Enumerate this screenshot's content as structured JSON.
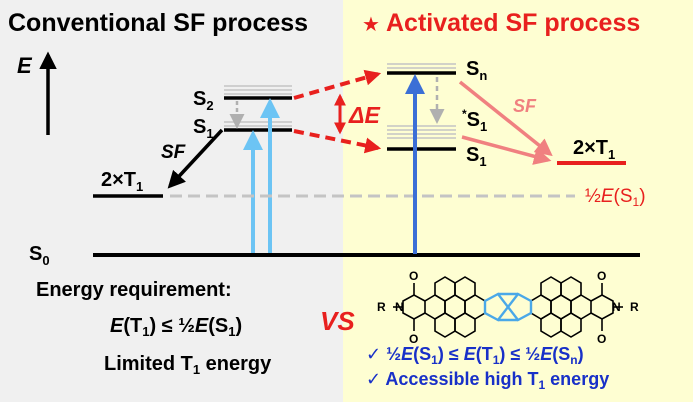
{
  "left": {
    "title": "Conventional SF process",
    "energy_axis": "E",
    "s2": {
      "base": "S",
      "sub": "2"
    },
    "s1": {
      "base": "S",
      "sub": "1"
    },
    "t1": {
      "base": "2×T",
      "sub": "1"
    },
    "sf": "SF",
    "s0": {
      "base": "S",
      "sub": "0"
    },
    "requirement_title": "Energy requirement:",
    "formula": {
      "a": "E",
      "b": "(T",
      "c": "1",
      "d": ") ≤ ½",
      "e": "E",
      "f": "(S",
      "g": "1",
      "h": ")"
    },
    "limited": {
      "a": "Limited T",
      "b": "1",
      "c": " energy"
    }
  },
  "center": {
    "vs": "VS",
    "delta_e": "ΔE"
  },
  "right": {
    "star": "★",
    "title": "Activated SF process",
    "sn": {
      "base": "S",
      "sub": "n"
    },
    "hot_s1": {
      "sup": "*",
      "base": "S",
      "sub": "1"
    },
    "s1": {
      "base": "S",
      "sub": "1"
    },
    "sf": "SF",
    "t1": {
      "base": "2×T",
      "sub": "1"
    },
    "half_es1": {
      "a": "½",
      "b": "E",
      "c": "(S",
      "d": "1",
      "e": ")"
    },
    "molecule_atoms": {
      "o": "O",
      "n": "N",
      "r": "R"
    },
    "check1": {
      "mark": "✓",
      "a": " ½",
      "b": "E",
      "c": "(S",
      "d": "1",
      "e": ") ≤ ",
      "f": "E",
      "g": "(T",
      "h": "1",
      "i": ") ≤ ½",
      "j": "E",
      "k": "(S",
      "l": "n",
      "m": ")"
    },
    "check2": {
      "mark": "✓",
      "text": " Accessible high T",
      "sub": "1",
      "tail": " energy"
    }
  },
  "colors": {
    "left_panel": "#f0f0f0",
    "right_panel": "#fefed2",
    "black": "#000000",
    "red": "#e8201e",
    "pink": "#f08080",
    "dark_blue": "#3b6fd6",
    "light_blue": "#6cc4f4",
    "gray": "#c4c4c4",
    "ring_blue": "#4aa8e8",
    "check_blue": "#1830c8"
  }
}
